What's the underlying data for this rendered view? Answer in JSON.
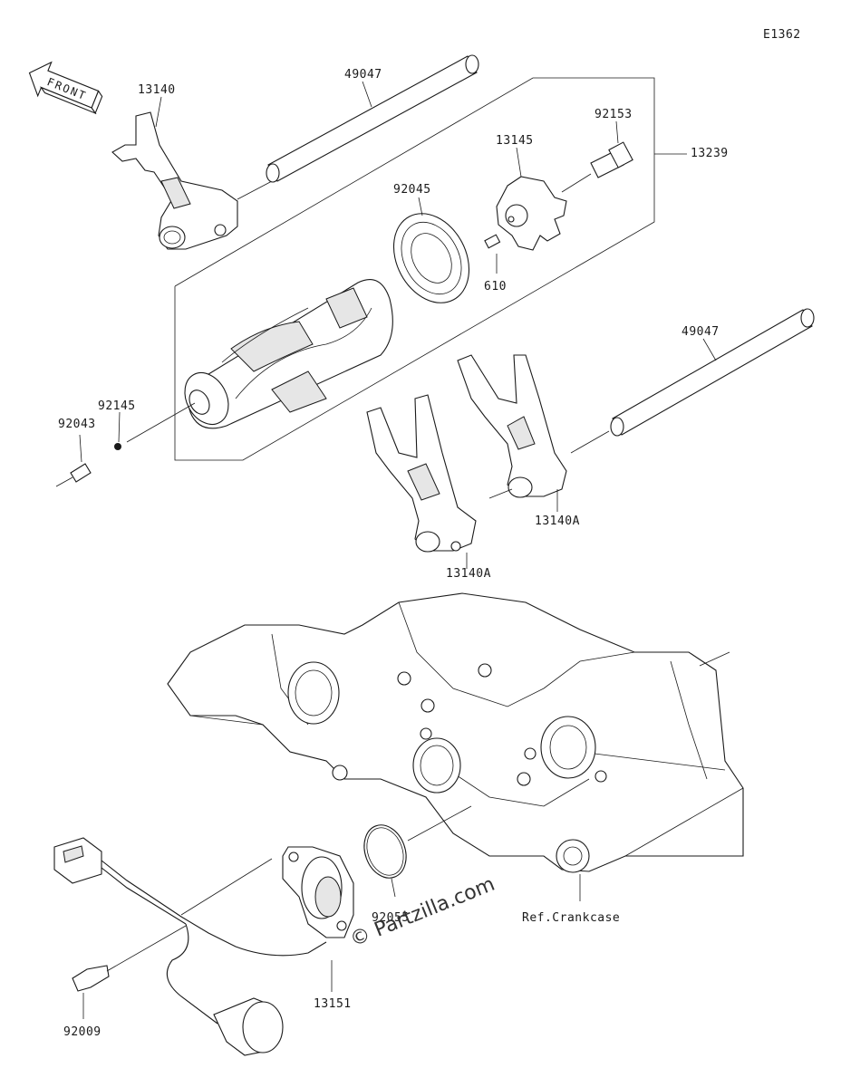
{
  "diagram_code": "E1362",
  "front_label": "FRONT",
  "watermark": "© Partzilla.com",
  "colors": {
    "line": "#1a1a1a",
    "background": "#ffffff",
    "fill": "#e6e6e6"
  },
  "parts": {
    "fork_13140": "13140",
    "shaft_49047_top": "49047",
    "bolt_92153": "92153",
    "drum_13145": "13145",
    "assembly_13239": "13239",
    "bearing_92045": "92045",
    "pin_610": "610",
    "shaft_49047_right": "49047",
    "pin_92145": "92145",
    "pin_92043": "92043",
    "fork_13140a_right": "13140A",
    "fork_13140a_left": "13140A",
    "ref_crankcase": "Ref.Crankcase",
    "oring_92055": "92055",
    "sensor_13151": "13151",
    "bolt_92009": "92009"
  }
}
